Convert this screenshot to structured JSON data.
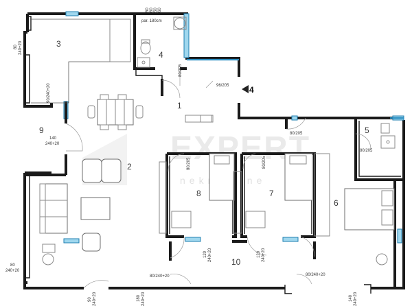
{
  "rooms": [
    {
      "id": "r1",
      "label": "1"
    },
    {
      "id": "r2",
      "label": "2"
    },
    {
      "id": "r3",
      "label": "3"
    },
    {
      "id": "r4",
      "label": "4"
    },
    {
      "id": "r5",
      "label": "5"
    },
    {
      "id": "r6",
      "label": "6"
    },
    {
      "id": "r7",
      "label": "7"
    },
    {
      "id": "r8",
      "label": "8"
    },
    {
      "id": "r9",
      "label": "9"
    },
    {
      "id": "r10",
      "label": "10"
    }
  ],
  "entrance_label": "4",
  "dimensions": {
    "par_note": "par. 180cm",
    "top_50a": "50",
    "top_50b": "50",
    "top_60a": "60",
    "top_60b": "60",
    "left_80_top": "80",
    "left_240_top": "240+20",
    "left_80_bottom": "80",
    "left_240_bottom": "240+20",
    "door_90_240_left": "90/240+20",
    "door_140_a": "140",
    "door_140_b": "240+20",
    "door_80_205_wc": "80/205",
    "door_96_205": "96/205",
    "door_80_205_b5a": "80/205",
    "door_80_205_b5b": "80/205",
    "door_80_205_r8": "80/205",
    "door_80_205_r7": "80/205",
    "door_120_a_1": "120",
    "door_120_a_2": "240+20",
    "door_120_b_1": "120",
    "door_120_b_2": "240+20",
    "door_80_240_a": "80/240+20",
    "door_80_240_b": "80/240+20",
    "bottom_90": "90",
    "bottom_90_b": "240+20",
    "bottom_180": "180",
    "bottom_180_b": "240+20",
    "bottom_140": "140",
    "bottom_140_b": "240+20"
  },
  "watermark": {
    "main": "EXPERT",
    "sub": "nekretnine"
  },
  "colors": {
    "wall": "#1a1a1a",
    "window": "#9fd7ee",
    "glass": "#2d8fc2"
  }
}
